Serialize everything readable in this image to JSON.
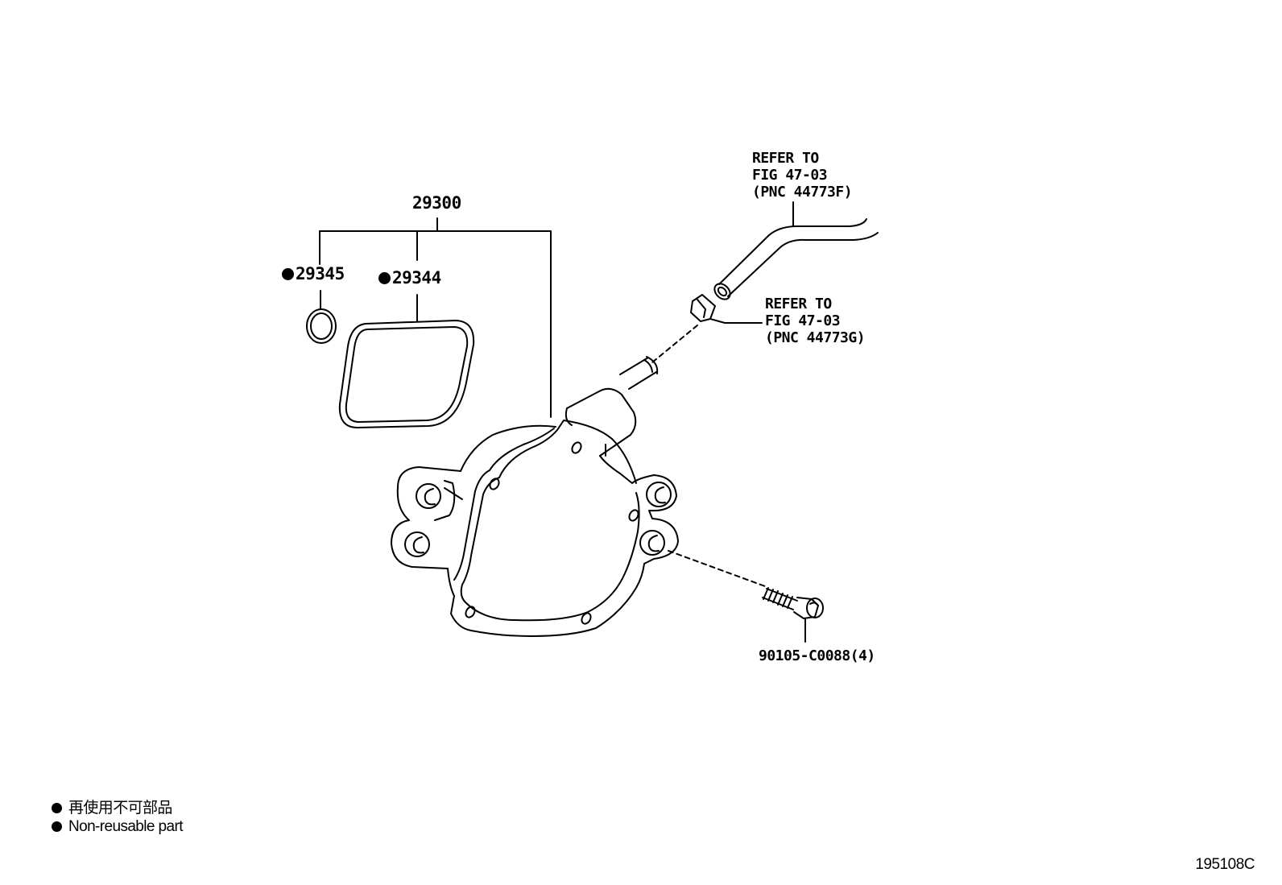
{
  "parts": {
    "assembly": "29300",
    "o_ring": "29345",
    "gasket": "29344",
    "bolt": "90105-C0088(4)"
  },
  "refs": {
    "hose": {
      "line1": "REFER TO",
      "line2": "FIG 47-03",
      "line3": "(PNC 44773F)"
    },
    "clip": {
      "line1": "REFER TO",
      "line2": "FIG 47-03",
      "line3": "(PNC 44773G)"
    }
  },
  "legend": {
    "jp": "再使用不可部品",
    "en": "Non-reusable part"
  },
  "figure_code": "195108C"
}
